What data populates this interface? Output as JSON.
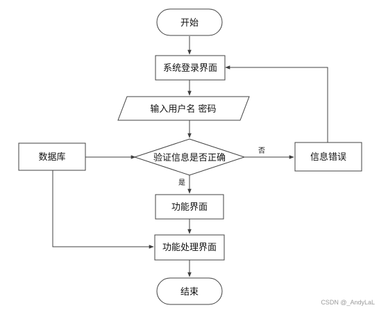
{
  "nodes": {
    "start": "开始",
    "login_ui": "系统登录界面",
    "input": "输入用户名 密码",
    "verify": "验证信息是否正确",
    "error": "信息错误",
    "database": "数据库",
    "function_ui": "功能界面",
    "process_ui": "功能处理界面",
    "end": "结束"
  },
  "edges": {
    "yes": "是",
    "no": "否"
  },
  "watermark": "CSDN @_AndyLaL"
}
